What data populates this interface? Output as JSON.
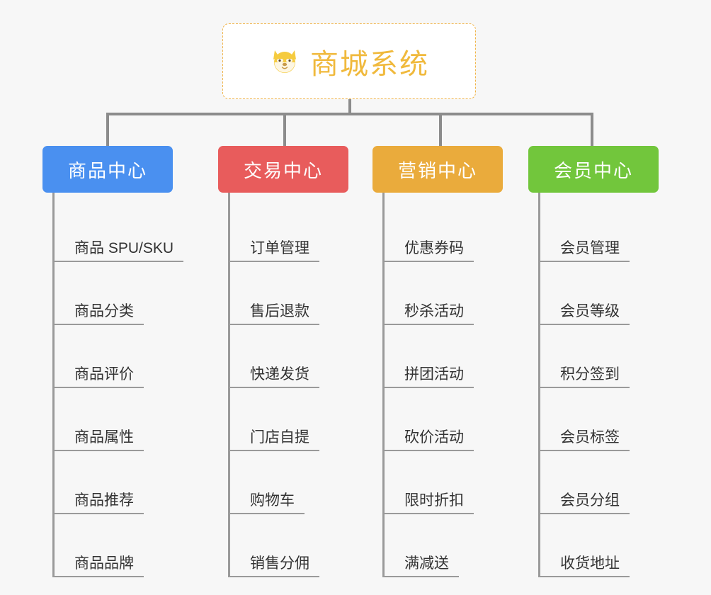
{
  "page": {
    "background_color": "#f7f7f7",
    "line_color": "#8c8c8c"
  },
  "root": {
    "title": "商城系统",
    "icon": "shiba-dog-face-emoji",
    "text_color": "#f0b93c",
    "border_color": "#f0b44a",
    "background_color": "#ffffff"
  },
  "columns": [
    {
      "title": "商品中心",
      "color": "#4a90f0",
      "items": [
        "商品 SPU/SKU",
        "商品分类",
        "商品评价",
        "商品属性",
        "商品推荐",
        "商品品牌"
      ]
    },
    {
      "title": "交易中心",
      "color": "#e85c5c",
      "items": [
        "订单管理",
        "售后退款",
        "快递发货",
        "门店自提",
        "购物车",
        "销售分佣"
      ]
    },
    {
      "title": "营销中心",
      "color": "#eaab3c",
      "items": [
        "优惠券码",
        "秒杀活动",
        "拼团活动",
        "砍价活动",
        "限时折扣",
        "满减送"
      ]
    },
    {
      "title": "会员中心",
      "color": "#72c63c",
      "items": [
        "会员管理",
        "会员等级",
        "积分签到",
        "会员标签",
        "会员分组",
        "收货地址"
      ]
    }
  ]
}
